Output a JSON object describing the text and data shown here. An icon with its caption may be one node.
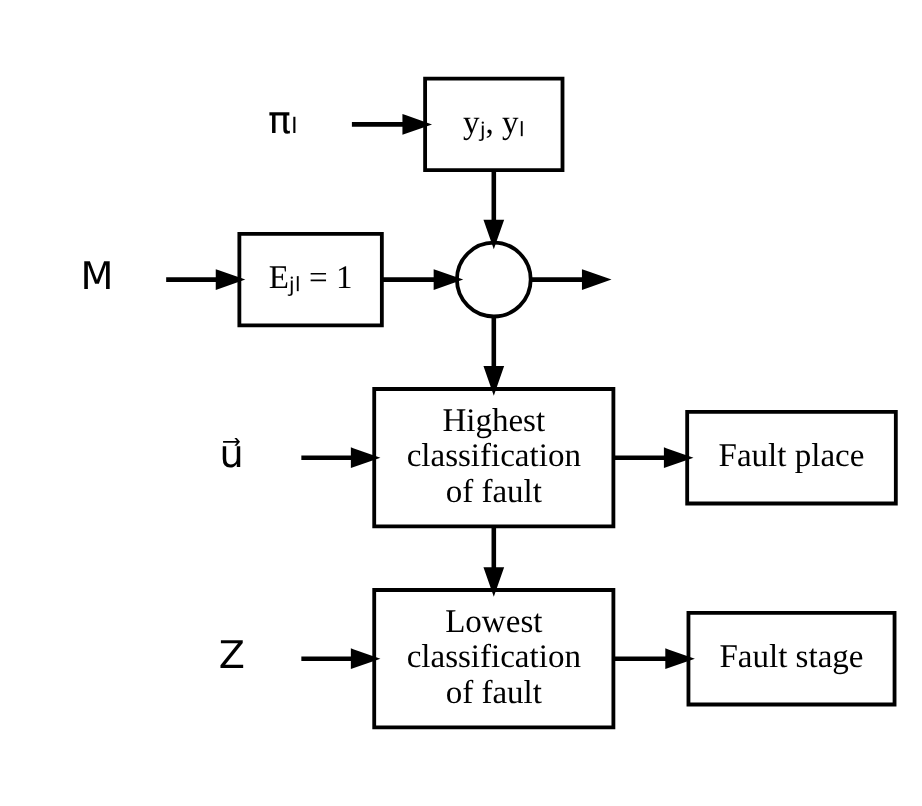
{
  "diagram": {
    "nodes": [
      {
        "text": [
          "πₗ"
        ]
      },
      {
        "text": [
          "yⱼ, yₗ"
        ]
      },
      {
        "text": [
          "M"
        ]
      },
      {
        "text": [
          "Eⱼₗ = 1"
        ]
      },
      {
        "text": [],
        "shape": "circle"
      },
      {
        "text": [
          "u⃗"
        ]
      },
      {
        "text": [
          "Highest classification of fault"
        ]
      },
      {
        "text": [
          "Fault place"
        ]
      },
      {
        "text": [
          "Z"
        ]
      },
      {
        "text": [
          "Lowest classification of fault"
        ]
      },
      {
        "text": [
          "Fault stage"
        ]
      }
    ],
    "edges": [
      {
        "from": 0,
        "to": 1,
        "arrow": "to"
      },
      {
        "from": 1,
        "to": 4,
        "arrow": "to"
      },
      {
        "from": 2,
        "to": 3,
        "arrow": "to"
      },
      {
        "from": 3,
        "to": 4,
        "arrow": "to"
      },
      {
        "from": 4,
        "to": null,
        "arrow": "to"
      },
      {
        "from": 4,
        "to": 6,
        "arrow": "to"
      },
      {
        "from": 5,
        "to": 6,
        "arrow": "to"
      },
      {
        "from": 6,
        "to": 7,
        "arrow": "to"
      },
      {
        "from": 6,
        "to": 9,
        "arrow": "to"
      },
      {
        "from": 8,
        "to": 9,
        "arrow": "to"
      },
      {
        "from": 9,
        "to": 10,
        "arrow": "to"
      }
    ]
  }
}
